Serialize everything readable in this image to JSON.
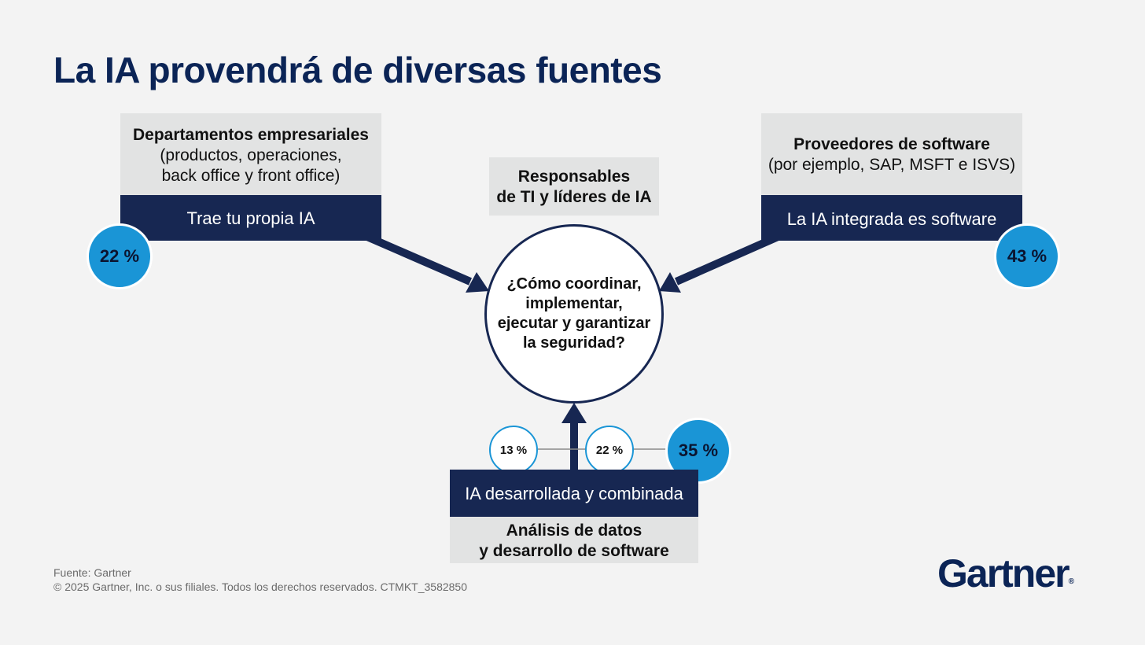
{
  "title": "La IA provendrá de diversas fuentes",
  "left": {
    "heading": "Departamentos empresariales",
    "lines": [
      "(productos, operaciones,",
      "back office y front office)"
    ],
    "banner": "Trae tu propia IA",
    "percent": "22 %"
  },
  "right": {
    "heading": "Proveedores de software",
    "lines": [
      "(por ejemplo, SAP, MSFT e ISVS)"
    ],
    "banner": "La IA integrada es software",
    "percent": "43 %"
  },
  "top": {
    "lines": [
      "Responsables",
      "de TI y líderes de IA"
    ]
  },
  "center": {
    "question": "¿Cómo coordinar, implementar, ejecutar y garantizar la seguridad?"
  },
  "bottom": {
    "banner": "IA desarrollada y combinada",
    "lines": [
      "Análisis de datos",
      "y desarrollo de software"
    ],
    "percent_a": "13 %",
    "percent_b": "22 %",
    "percent_total": "35 %"
  },
  "footer": {
    "source": "Fuente: Gartner",
    "copyright": "© 2025 Gartner, Inc. o sus filiales. Todos los derechos reservados. CTMKT_3582850"
  },
  "logo": {
    "text": "Gartner",
    "mark": "®"
  },
  "colors": {
    "navy": "#172752",
    "title": "#0b2456",
    "accent_blue": "#1a95d6",
    "gray_box": "#e2e3e3",
    "background": "#f3f3f3"
  }
}
